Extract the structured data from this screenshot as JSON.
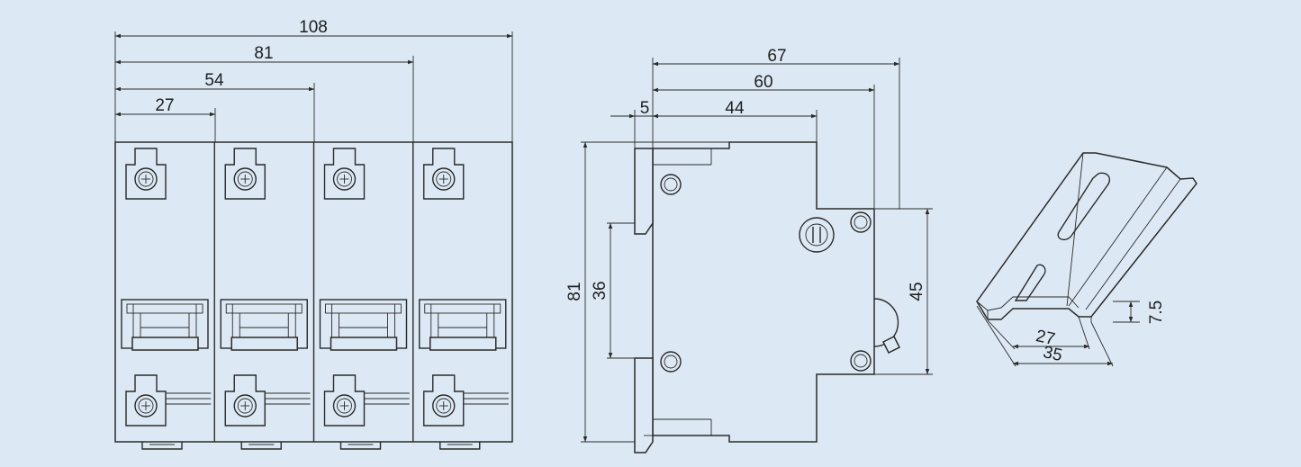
{
  "front_view": {
    "dimensions": [
      "108",
      "81",
      "54",
      "27"
    ],
    "pole_count": 4
  },
  "side_view": {
    "dimensions": {
      "total_depth": "67",
      "depth_60": "60",
      "depth_44": "44",
      "offset_5": "5",
      "height": "81",
      "rail_36": "36",
      "face_45": "45"
    }
  },
  "din_rail": {
    "dimensions": {
      "height": "7.5",
      "inner_width": "27",
      "outer_width": "35"
    }
  },
  "colors": {
    "background": "#dce9f4",
    "line": "#2a2a2a"
  }
}
